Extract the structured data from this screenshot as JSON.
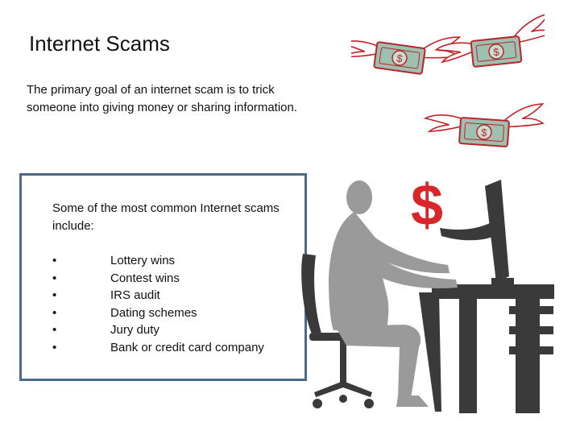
{
  "slide": {
    "title": "Internet Scams",
    "intro": "The primary goal of an internet scam is to trick someone into giving money or sharing information.",
    "panel": {
      "heading": "Some of the most common Internet scams include:",
      "bullet": "•",
      "items": [
        "Lottery wins",
        "Contest wins",
        "IRS audit",
        "Dating schemes",
        "Jury duty",
        "Bank or credit card company"
      ]
    }
  },
  "colors": {
    "panel_border": "#4a6a8a",
    "figure_gray": "#9a9a9a",
    "desk_dark": "#3a3a3a",
    "dollar_red": "#d8262a",
    "bill_green": "#9ec0b0",
    "bill_outline": "#b8262a"
  },
  "icons": [
    "flying-money-icon",
    "dollar-sign-icon",
    "computer-user-illustration"
  ]
}
